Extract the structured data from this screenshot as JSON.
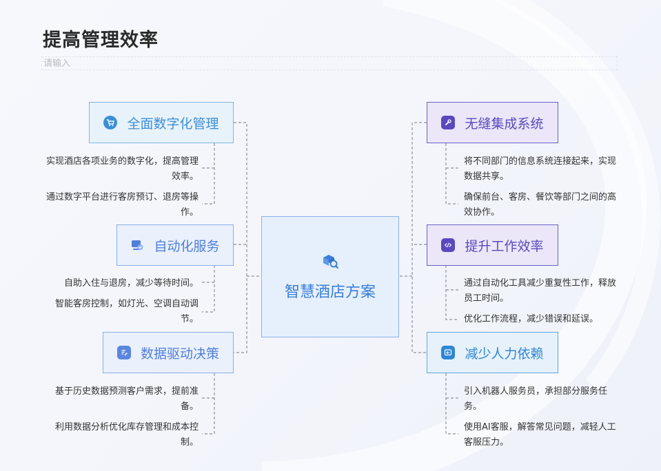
{
  "header": {
    "title": "提高管理效率",
    "subtitle_placeholder": "请输入"
  },
  "center": {
    "label": "智慧酒店方案",
    "icon": "box-search-icon"
  },
  "branches": {
    "left": [
      {
        "label": "全面数字化管理",
        "icon": "cart-icon",
        "items": [
          "实现酒店各项业务的数字化，提高管理效率。",
          "通过数字平台进行客房预订、退房等操作。"
        ]
      },
      {
        "label": "自动化服务",
        "icon": "monitor-check-icon",
        "items": [
          "自助入住与退房，减少等待时间。",
          "智能客房控制，如灯光、空调自动调节。"
        ]
      },
      {
        "label": "数据驱动决策",
        "icon": "document-edit-icon",
        "items": [
          "基于历史数据预测客户需求，提前准备。",
          "利用数据分析优化库存管理和成本控制。"
        ]
      }
    ],
    "right": [
      {
        "label": "无缝集成系统",
        "icon": "wrench-icon",
        "items": [
          "将不同部门的信息系统连接起来，实现数据共享。",
          "确保前台、客房、餐饮等部门之间的高效协作。"
        ]
      },
      {
        "label": "提升工作效率",
        "icon": "code-icon",
        "items": [
          "通过自动化工具减少重复性工作，释放员工时间。",
          "优化工作流程，减少错误和延误。"
        ]
      },
      {
        "label": "减少人力依赖",
        "icon": "reply-icon",
        "items": [
          "引入机器人服务员，承担部分服务任务。",
          "使用AI客服，解答常见问题，减轻人工客服压力。"
        ]
      }
    ]
  },
  "colors": {
    "left_accent": "#3c8fd6",
    "right_accent": "#5a48bf",
    "connector": "#8c8f9c"
  }
}
